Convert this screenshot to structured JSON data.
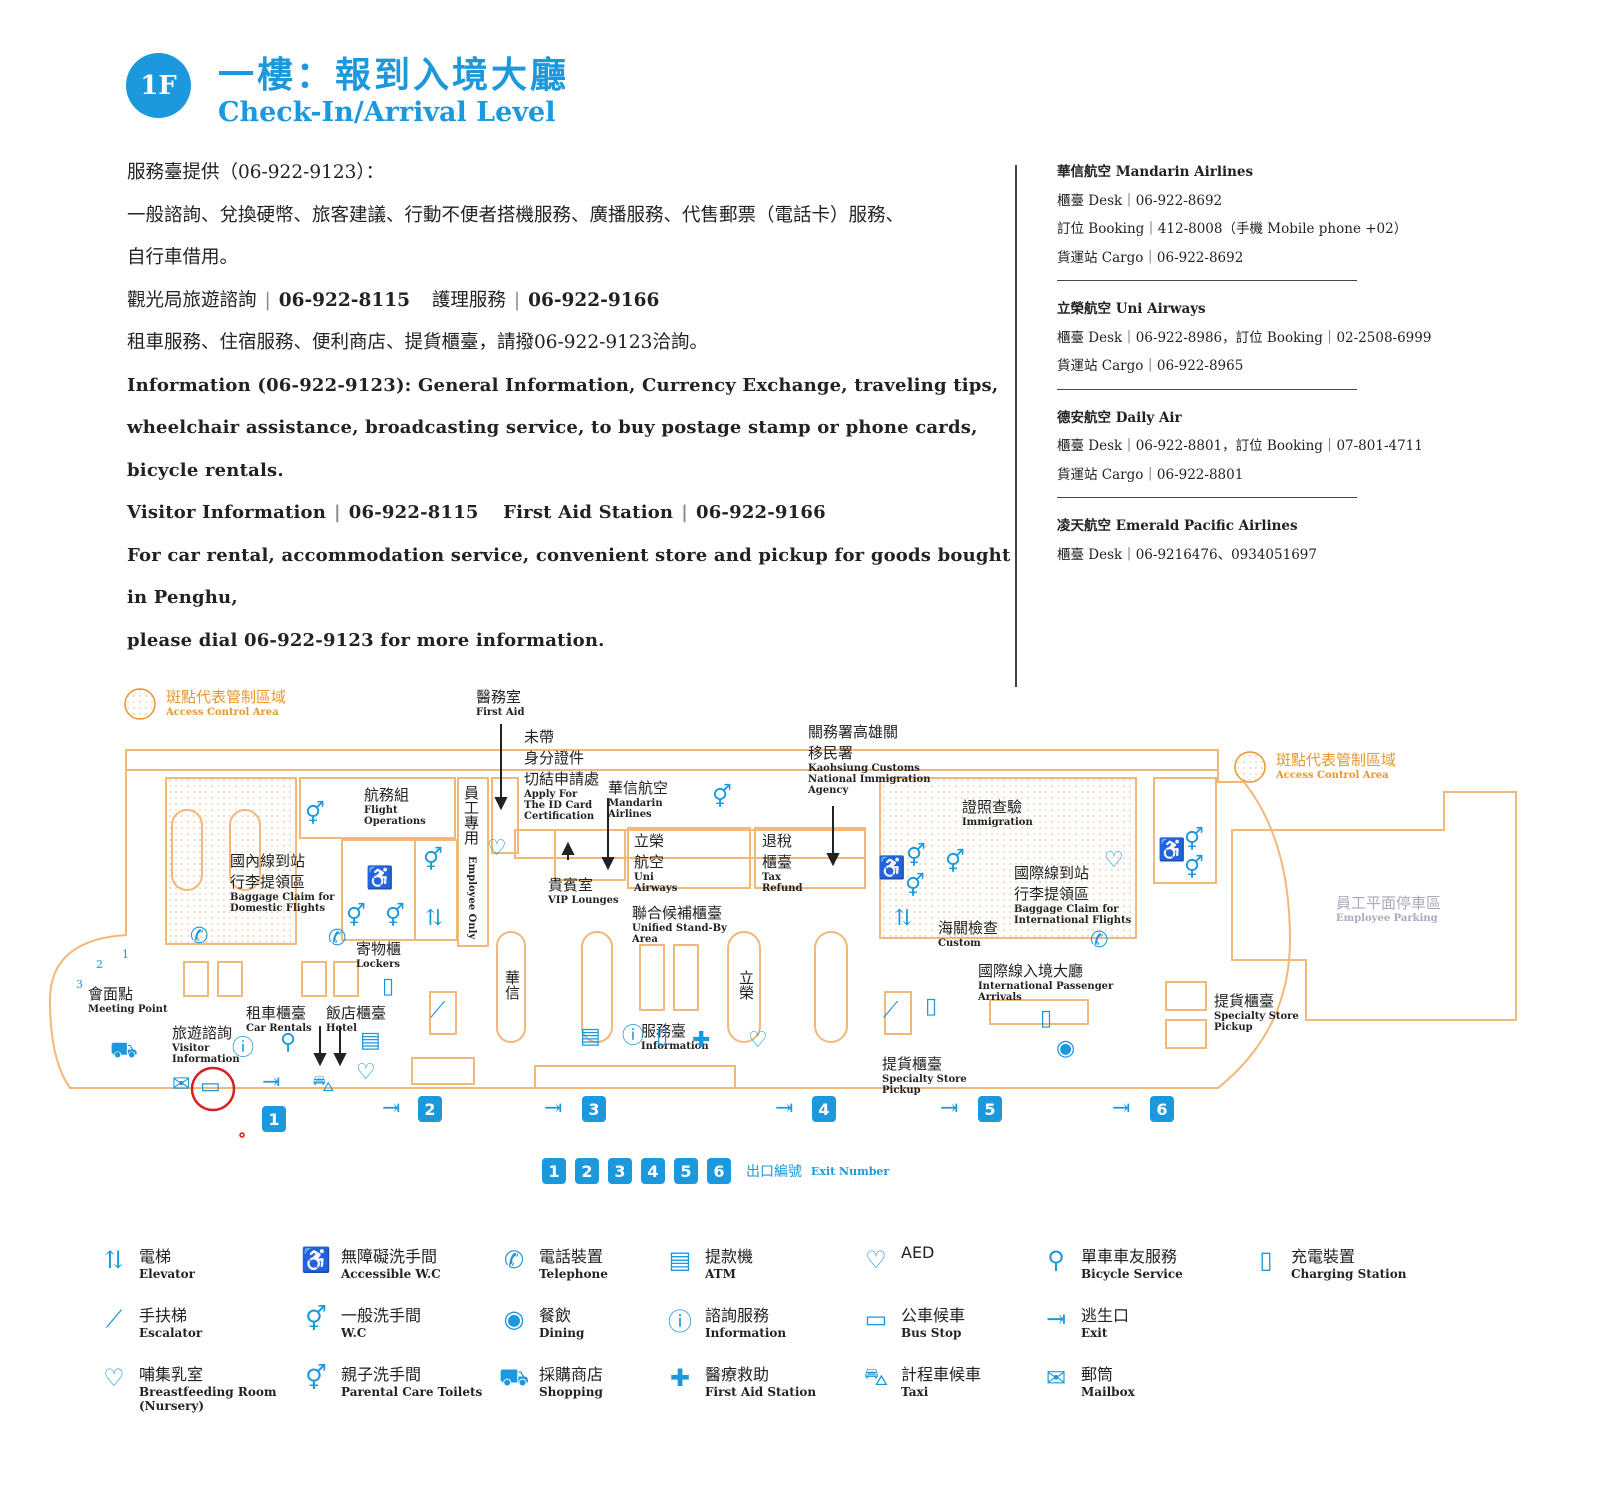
{
  "header": {
    "badge": "1F",
    "title_zh": "一樓：報到入境大廳",
    "title_en": "Check-In/Arrival Level"
  },
  "info": {
    "zh_line1": "服務臺提供（06-922-9123）：",
    "zh_line2": "一般諮詢、兌換硬幣、旅客建議、行動不便者搭機服務、廣播服務、代售郵票（電話卡）服務、",
    "zh_line3": "自行車借用。",
    "zh_line4_a": "觀光局旅遊諮詢",
    "zh_line4_b": "06-922-8115",
    "zh_line4_c": "護理服務",
    "zh_line4_d": "06-922-9166",
    "zh_line5": "租車服務、住宿服務、便利商店、提貨櫃臺，請撥06-922-9123洽詢。",
    "en_line1": "Information (06-922-9123): General Information, Currency Exchange, traveling tips,",
    "en_line2": "wheelchair assistance, broadcasting service, to buy postage stamp or phone cards,",
    "en_line3": "bicycle rentals.",
    "en_line4_a": "Visitor Information",
    "en_line4_b": "06-922-8115",
    "en_line4_c": "First Aid Station",
    "en_line4_d": "06-922-9166",
    "en_line5": "For car rental, accommodation service, convenient store and pickup for goods bought",
    "en_line6": "in Penghu,",
    "en_line7": "please dial 06-922-9123 for more information."
  },
  "airlines": [
    {
      "name": "華信航空 Mandarin Airlines",
      "lines": [
        "櫃臺 Desk｜06-922-8692",
        "訂位 Booking｜412-8008（手機 Mobile phone +02）",
        "貨運站 Cargo｜06-922-8692"
      ]
    },
    {
      "name": "立榮航空 Uni Airways",
      "lines": [
        "櫃臺 Desk｜06-922-8986，訂位 Booking｜02-2508-6999",
        "貨運站 Cargo｜06-922-8965"
      ]
    },
    {
      "name": "德安航空 Daily Air",
      "lines": [
        "櫃臺 Desk｜06-922-8801，訂位 Booking｜07-801-4711",
        "貨運站 Cargo｜06-922-8801"
      ]
    },
    {
      "name": "凌天航空 Emerald Pacific Airlines",
      "lines": [
        "櫃臺 Desk｜06-9216476、0934051697"
      ]
    }
  ],
  "map": {
    "access_zh": "斑點代表管制區域",
    "access_en": "Access Control Area",
    "first_aid_zh": "醫務室",
    "first_aid_en": "First Aid",
    "id_cert_zh1": "未帶",
    "id_cert_zh2": "身分證件",
    "id_cert_zh3": "切結申請處",
    "id_cert_en1": "Apply For",
    "id_cert_en2": "The ID Card",
    "id_cert_en3": "Certification",
    "mandarin_zh": "華信航空",
    "mandarin_en1": "Mandarin",
    "mandarin_en2": "Airlines",
    "customs_zh1": "關務署高雄關",
    "customs_zh2": "移民署",
    "customs_en1": "Kaohsiung Customs",
    "customs_en2": "National Immigration",
    "customs_en3": "Agency",
    "flight_ops_zh": "航務組",
    "flight_ops_en1": "Flight",
    "flight_ops_en2": "Operations",
    "employee_zh": "員工專用",
    "employee_en": "Employee Only",
    "uni_zh1": "立榮",
    "uni_zh2": "航空",
    "uni_en1": "Uni",
    "uni_en2": "Airways",
    "tax_zh1": "退稅",
    "tax_zh2": "櫃臺",
    "tax_en1": "Tax",
    "tax_en2": "Refund",
    "immigration_zh": "證照查驗",
    "immigration_en": "Immigration",
    "dom_claim_zh1": "國內線到站",
    "dom_claim_zh2": "行李提領區",
    "dom_claim_en1": "Baggage Claim for",
    "dom_claim_en2": "Domestic Flights",
    "vip_zh": "貴賓室",
    "vip_en": "VIP Lounges",
    "standby_zh": "聯合候補櫃臺",
    "standby_en1": "Unified Stand-By",
    "standby_en2": "Area",
    "intl_claim_zh1": "國際線到站",
    "intl_claim_zh2": "行李提領區",
    "intl_claim_en1": "Baggage Claim for",
    "intl_claim_en2": "International Flights",
    "custom_zh": "海關檢查",
    "custom_en": "Custom",
    "parking_zh": "員工平面停車區",
    "parking_en": "Employee Parking",
    "lockers_zh": "寄物櫃",
    "lockers_en": "Lockers",
    "meeting_zh": "會面點",
    "meeting_en": "Meeting Point",
    "intl_arr_zh": "國際線入境大廳",
    "intl_arr_en1": "International Passenger",
    "intl_arr_en2": "Arrivals",
    "car_rental_zh": "租車櫃臺",
    "car_rental_en": "Car Rentals",
    "hotel_zh": "飯店櫃臺",
    "hotel_en": "Hotel",
    "visitor_zh": "旅遊諮詢",
    "visitor_en1": "Visitor",
    "visitor_en2": "Information",
    "info_zh": "服務臺",
    "info_en": "Information",
    "pickup_r_zh": "提貨櫃臺",
    "pickup_r_en1": "Specialty Store",
    "pickup_r_en2": "Pickup",
    "pickup_c_zh": "提貨櫃臺",
    "pickup_c_en1": "Specialty Store",
    "pickup_c_en2": "Pickup",
    "counter_mandarin": "華信",
    "counter_uni": "立榮",
    "escalator_num_1": "1",
    "escalator_num_2": "2",
    "escalator_num_3": "3",
    "exits": [
      "1",
      "2",
      "3",
      "4",
      "5",
      "6"
    ],
    "exit_legend_zh": "出口編號",
    "exit_legend_en": "Exit Number"
  },
  "legend": [
    {
      "icon": "elevator-icon",
      "glyph": "⇅",
      "zh": "電梯",
      "en": "Elevator"
    },
    {
      "icon": "accessible-wc-icon",
      "glyph": "♿",
      "zh": "無障礙洗手間",
      "en": "Accessible W.C"
    },
    {
      "icon": "telephone-icon",
      "glyph": "✆",
      "zh": "電話裝置",
      "en": "Telephone"
    },
    {
      "icon": "atm-icon",
      "glyph": "▤",
      "zh": "提款機",
      "en": "ATM"
    },
    {
      "icon": "aed-icon",
      "glyph": "♡",
      "zh": "AED",
      "en": ""
    },
    {
      "icon": "bicycle-icon",
      "glyph": "⚲",
      "zh": "單車車友服務",
      "en": "Bicycle Service"
    },
    {
      "icon": "charging-icon",
      "glyph": "▯",
      "zh": "充電裝置",
      "en": "Charging Station"
    },
    {
      "icon": "escalator-icon",
      "glyph": "⟋",
      "zh": "手扶梯",
      "en": "Escalator"
    },
    {
      "icon": "wc-icon",
      "glyph": "⚥",
      "zh": "一般洗手間",
      "en": "W.C"
    },
    {
      "icon": "dining-icon",
      "glyph": "◉",
      "zh": "餐飲",
      "en": "Dining"
    },
    {
      "icon": "information-icon",
      "glyph": "ⓘ",
      "zh": "諮詢服務",
      "en": "Information"
    },
    {
      "icon": "bus-stop-icon",
      "glyph": "▭",
      "zh": "公車候車",
      "en": "Bus Stop"
    },
    {
      "icon": "exit-icon",
      "glyph": "⇥",
      "zh": "逃生口",
      "en": "Exit"
    },
    {
      "icon": "",
      "glyph": "",
      "zh": "",
      "en": ""
    },
    {
      "icon": "breastfeeding-icon",
      "glyph": "♡",
      "zh": "哺集乳室",
      "en": "Breastfeeding Room",
      "en2": "(Nursery)"
    },
    {
      "icon": "parental-toilet-icon",
      "glyph": "⚥",
      "zh": "親子洗手間",
      "en": "Parental Care Toilets"
    },
    {
      "icon": "shopping-icon",
      "glyph": "⛟",
      "zh": "採購商店",
      "en": "Shopping"
    },
    {
      "icon": "first-aid-icon",
      "glyph": "✚",
      "zh": "醫療救助",
      "en": "First Aid Station"
    },
    {
      "icon": "taxi-icon",
      "glyph": "⛍",
      "zh": "計程車候車",
      "en": "Taxi"
    },
    {
      "icon": "mailbox-icon",
      "glyph": "✉",
      "zh": "郵筒",
      "en": "Mailbox"
    }
  ]
}
